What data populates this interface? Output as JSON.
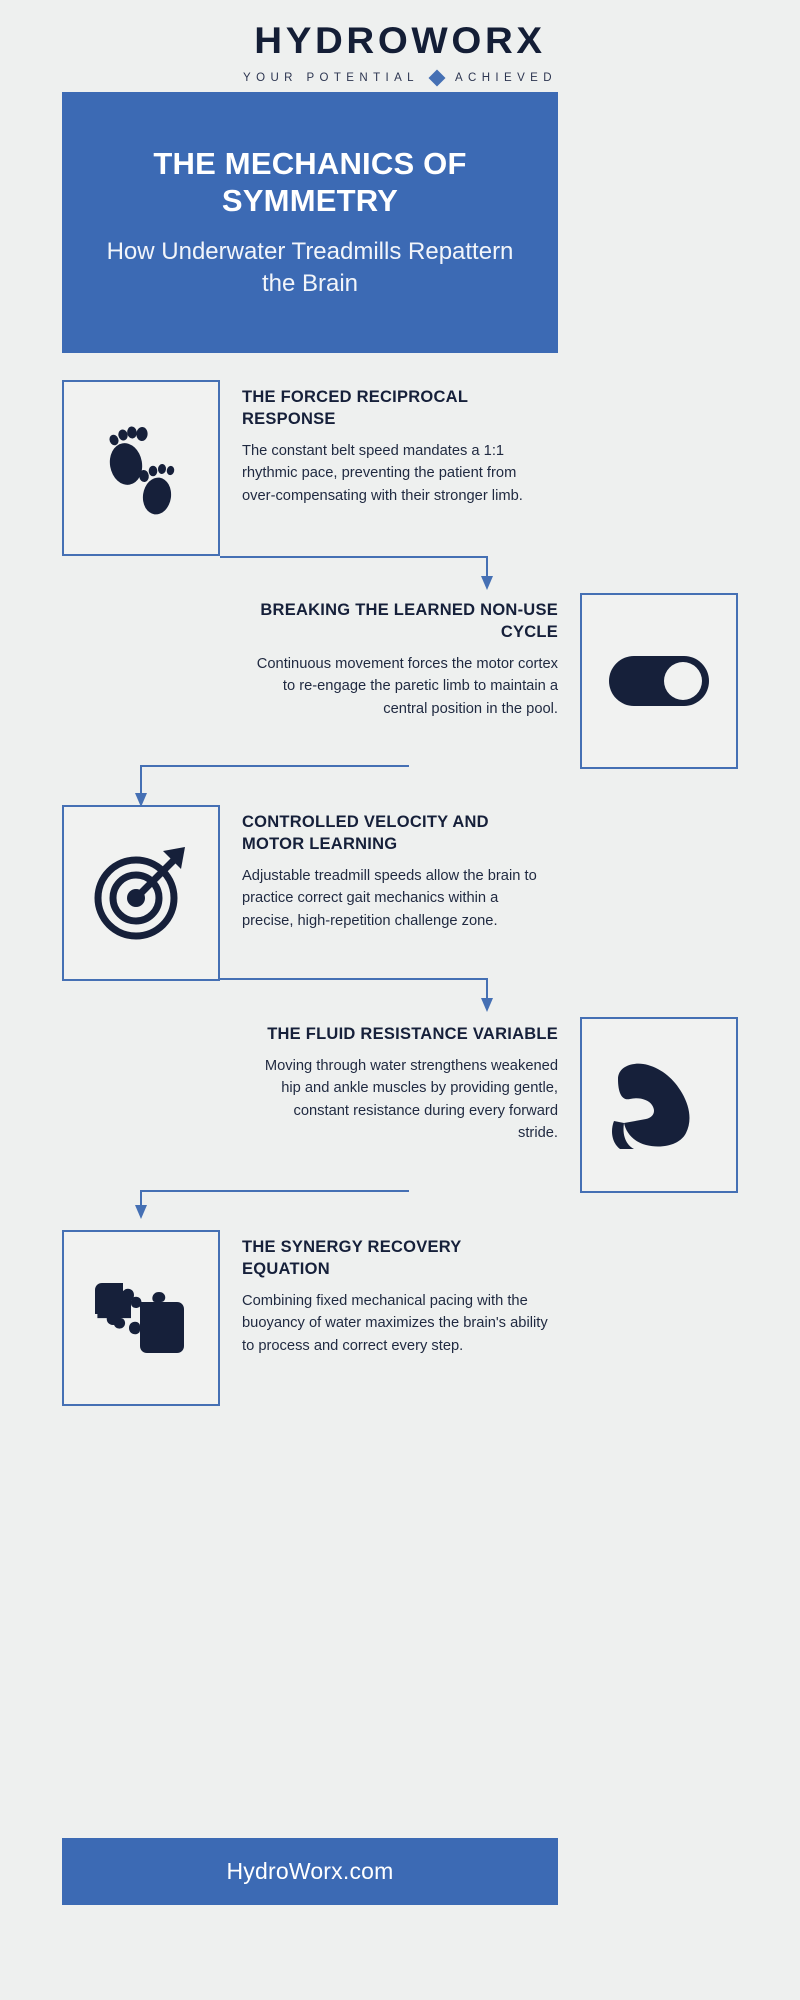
{
  "brand": {
    "logo_text": "HYDROWORX",
    "tagline_left": "YOUR POTENTIAL",
    "tagline_right": "ACHIEVED"
  },
  "header": {
    "title": "THE MECHANICS OF SYMMETRY",
    "subtitle": "How Underwater Treadmills Repattern the Brain"
  },
  "sections": [
    {
      "icon": "footprints-icon",
      "heading": "THE FORCED RECIPROCAL RESPONSE",
      "body": "The constant belt speed mandates a 1:1 rhythmic pace, preventing the patient from over-compensating with their stronger limb."
    },
    {
      "icon": "toggle-switch-icon",
      "heading": "BREAKING THE LEARNED NON-USE CYCLE",
      "body": "Continuous movement forces the motor cortex to re-engage the paretic limb to maintain a central position in the pool."
    },
    {
      "icon": "target-arrow-icon",
      "heading": "CONTROLLED VELOCITY AND MOTOR LEARNING",
      "body": "Adjustable treadmill speeds allow the brain to practice correct gait mechanics within a precise, high-repetition challenge zone."
    },
    {
      "icon": "flexed-bicep-icon",
      "heading": "THE FLUID RESISTANCE VARIABLE",
      "body": "Moving through water strengthens weakened hip and ankle muscles by providing gentle, constant resistance during every forward stride."
    },
    {
      "icon": "puzzle-pieces-icon",
      "heading": "THE SYNERGY RECOVERY EQUATION",
      "body": "Combining fixed mechanical pacing with the buoyancy of water maximizes the brain's ability to process and correct every step."
    }
  ],
  "footer": {
    "website": "HydroWorx.com"
  },
  "colors": {
    "brand_blue": "#3c6ab4",
    "border_blue": "#4570b4",
    "dark_navy": "#16203a",
    "background": "#eef0ef",
    "white": "#ffffff"
  }
}
